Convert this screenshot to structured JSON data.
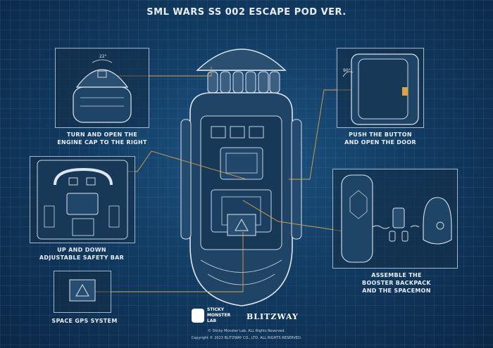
{
  "title": "SML WARS SS 002 ESCAPE POD VER.",
  "callouts": {
    "engine_cap": {
      "line1": "TURN AND OPEN THE",
      "line2": "ENGINE CAP TO THE RIGHT",
      "angle": "22°"
    },
    "door": {
      "line1": "PUSH THE BUTTON",
      "line2": "AND OPEN THE DOOR",
      "angle": "90°"
    },
    "safety_bar": {
      "line1": "UP AND DOWN",
      "line2": "ADJUSTABLE SAFETY BAR"
    },
    "booster": {
      "line1": "ASSEMBLE THE",
      "line2": "BOOSTER BACKPACK",
      "line3": "AND THE SPACEMON"
    },
    "gps": {
      "line1": "SPACE GPS SYSTEM"
    }
  },
  "brands": {
    "sml_line1": "STICKY",
    "sml_line2": "MONSTER",
    "sml_line3": "LAB",
    "blitzway": "BLITZWAY"
  },
  "footer": {
    "line1": "© Sticky Monster Lab. ALL Rights Reserved.",
    "line2": "Copyright © 2023 BLITZWAY CO., LTD. ALL RIGHTS RESERVED."
  },
  "colors": {
    "accent_line": "#d9a441",
    "panel_stroke": "#9db7cc",
    "background": "#123c63"
  }
}
